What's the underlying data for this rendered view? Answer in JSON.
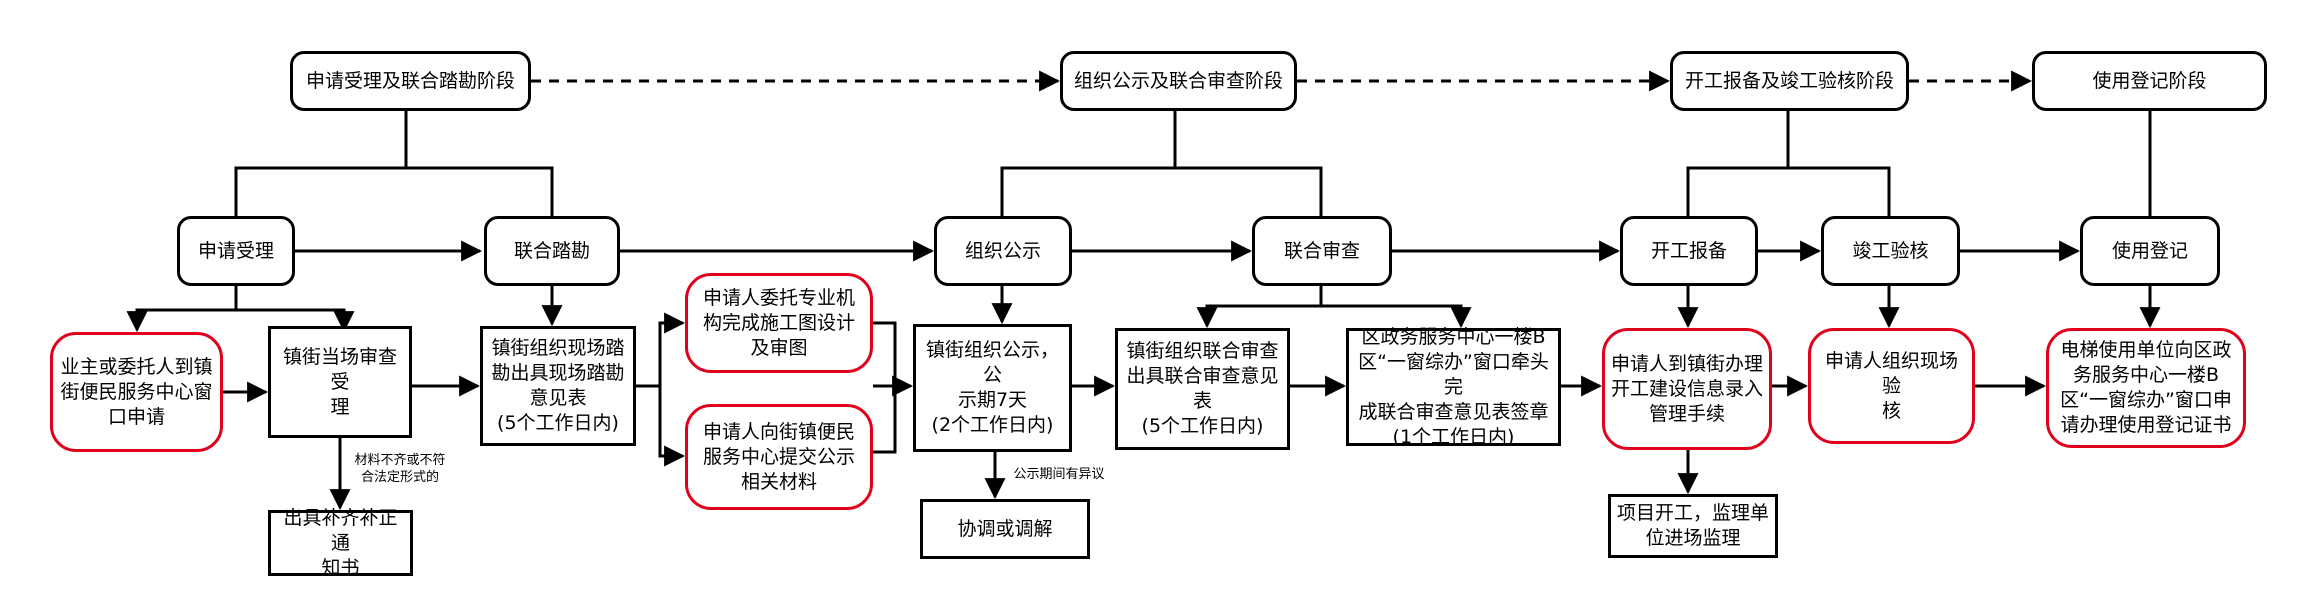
{
  "stages": [
    {
      "id": "stage1",
      "label": "申请受理及联合踏勘阶段"
    },
    {
      "id": "stage2",
      "label": "组织公示及联合审查阶段"
    },
    {
      "id": "stage3",
      "label": "开工报备及竣工验核阶段"
    },
    {
      "id": "stage4",
      "label": "使用登记阶段"
    }
  ],
  "steps": [
    {
      "id": "step1",
      "label": "申请受理"
    },
    {
      "id": "step2",
      "label": "联合踏勘"
    },
    {
      "id": "step3",
      "label": "组织公示"
    },
    {
      "id": "step4",
      "label": "联合审查"
    },
    {
      "id": "step5",
      "label": "开工报备"
    },
    {
      "id": "step6",
      "label": "竣工验核"
    },
    {
      "id": "step7",
      "label": "使用登记"
    }
  ],
  "details": [
    {
      "id": "d1",
      "label": "业主或委托人到镇\n街便民服务中心窗\n口申请"
    },
    {
      "id": "d2",
      "label": "镇街当场审查受\n理"
    },
    {
      "id": "d3",
      "label": "出具补齐补正通\n知书"
    },
    {
      "id": "d4",
      "label": "镇街组织现场踏\n勘出具现场踏勘\n意见表\n(5个工作日内)"
    },
    {
      "id": "d5",
      "label": "申请人委托专业机\n构完成施工图设计\n及审图"
    },
    {
      "id": "d6",
      "label": "申请人向街镇便民\n服务中心提交公示\n相关材料"
    },
    {
      "id": "d7",
      "label": "镇街组织公示，公\n示期7天\n(2个工作日内)"
    },
    {
      "id": "d8",
      "label": "协调或调解"
    },
    {
      "id": "d9",
      "label": "镇街组织联合审查\n出具联合审查意见\n表\n(5个工作日内)"
    },
    {
      "id": "d10",
      "label": "区政务服务中心一楼B\n区“一窗综办”窗口牵头完\n成联合审查意见表签章\n(1个工作日内)"
    },
    {
      "id": "d11",
      "label": "申请人到镇街办理\n开工建设信息录入\n管理手续"
    },
    {
      "id": "d12",
      "label": "项目开工，监理单\n位进场监理"
    },
    {
      "id": "d13",
      "label": "申请人组织现场验\n核"
    },
    {
      "id": "d14",
      "label": "电梯使用单位向区政\n务服务中心一楼B\n区“一窗综办”窗口申\n请办理使用登记证书"
    }
  ],
  "notes": [
    {
      "id": "n1",
      "label": "材料不齐或不符\n合法定形式的"
    },
    {
      "id": "n2",
      "label": "公示期间有异议"
    }
  ],
  "colors": {
    "stroke": "#000000",
    "highlight": "#e0001b"
  }
}
